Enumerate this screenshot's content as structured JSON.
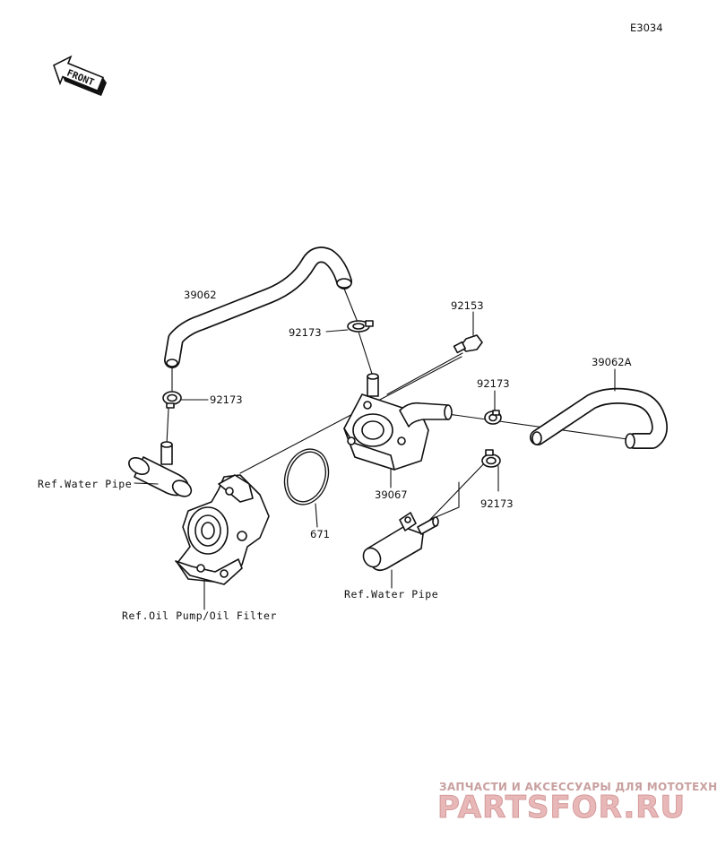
{
  "diagram": {
    "code": "E3034",
    "front_label": "FRONT",
    "parts": {
      "hose_upper": "39062",
      "hose_right": "39062A",
      "clamp_upper": "92173",
      "clamp_left": "92173",
      "clamp_right_upper": "92173",
      "clamp_right_lower": "92173",
      "bolt": "92153",
      "oil_cooler": "39067",
      "o_ring": "671"
    },
    "references": {
      "water_pipe_left": "Ref.Water Pipe",
      "water_pipe_lower": "Ref.Water Pipe",
      "oil_pump_filter": "Ref.Oil Pump/Oil Filter"
    }
  },
  "watermark": {
    "tagline": "ЗАПЧАСТИ И АКСЕССУАРЫ ДЛЯ МОТОТЕХНИКИ",
    "brand": "PARTSFOR.RU",
    "color": "#e8b8b8"
  }
}
